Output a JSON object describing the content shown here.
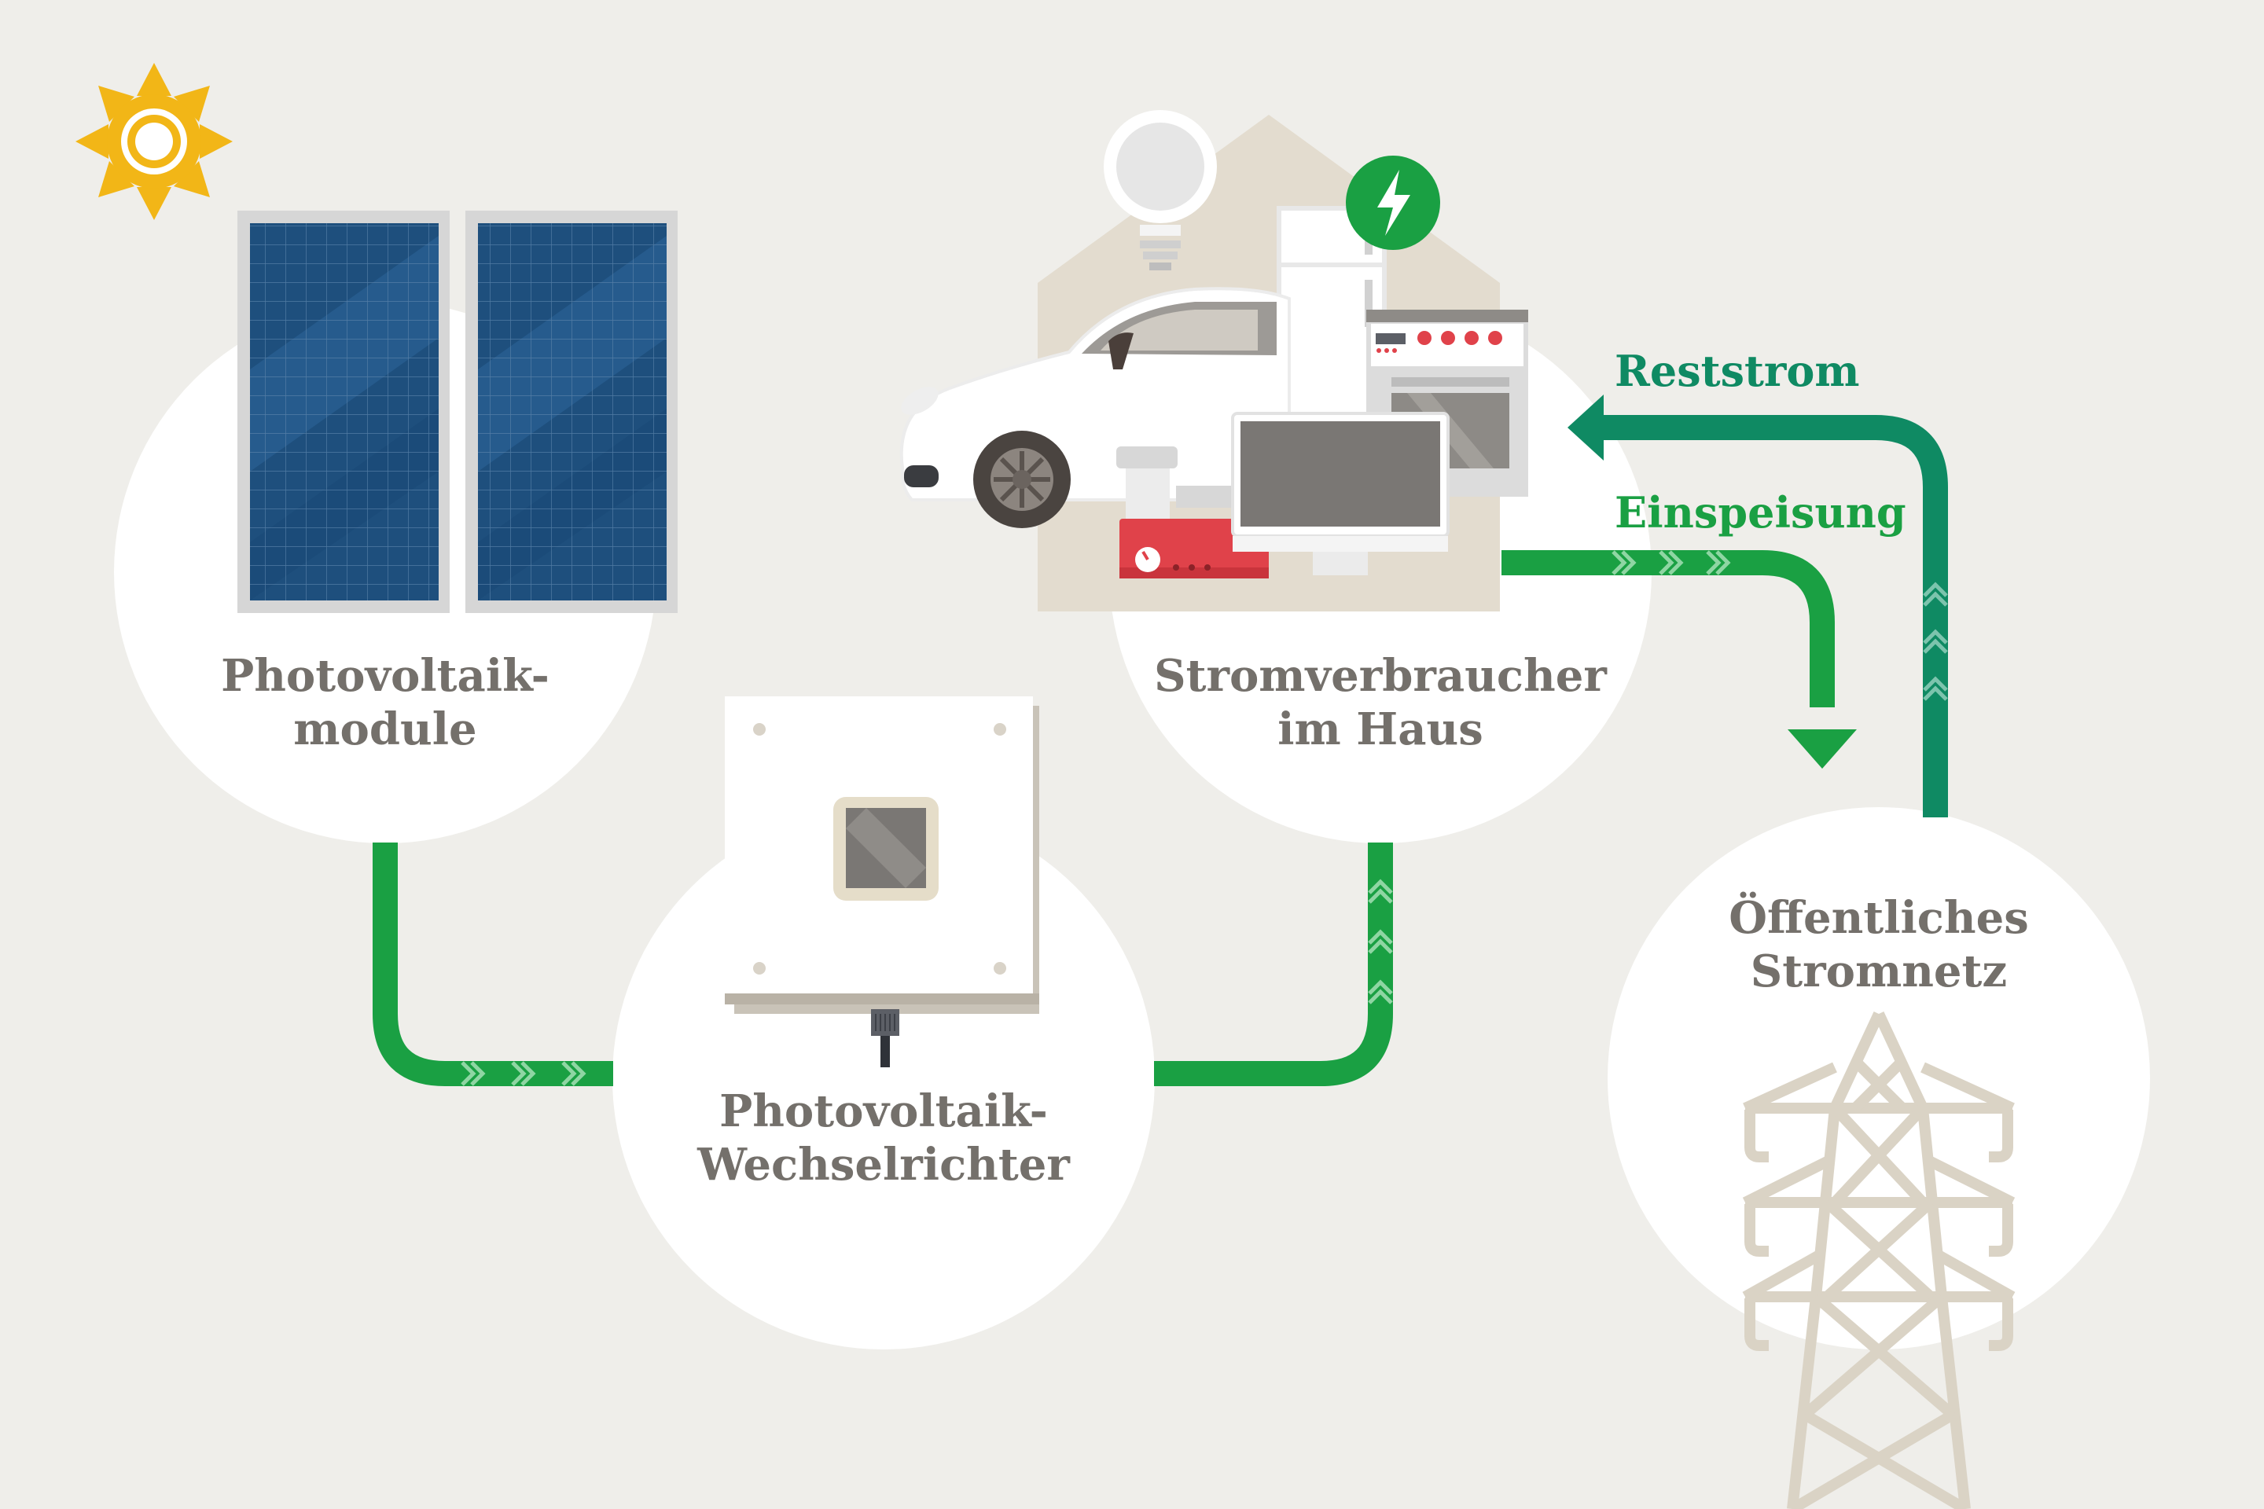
{
  "colors": {
    "background": "#efeeea",
    "circle": "#ffffff",
    "label_gray": "#74706b",
    "feed_green": "#1aa043",
    "grid_teal": "#0f8a63",
    "sun_yellow": "#f2b617",
    "panel_blue": "#1e4f7d",
    "accent_red": "#e0424a",
    "house_beige": "#e3dccf",
    "pylon_beige": "#dad3c5"
  },
  "nodes": {
    "pv_modules": {
      "line1": "Photovoltaik-",
      "line2": "module",
      "icon": "solar-panel-icon"
    },
    "inverter": {
      "line1": "Photovoltaik-",
      "line2": "Wechselrichter",
      "icon": "inverter-icon"
    },
    "consumers": {
      "line1": "Stromverbraucher",
      "line2": "im Haus",
      "icon": "house-appliances-icon"
    },
    "grid": {
      "line1": "Öffentliches",
      "line2": "Stromnetz",
      "icon": "power-pylon-icon"
    }
  },
  "flows": {
    "residual": {
      "label": "Reststrom",
      "color": "#0f8a63",
      "icon": "arrow-left-icon"
    },
    "feed_in": {
      "label": "Einspeisung",
      "color": "#1aa043",
      "icon": "arrow-down-icon"
    }
  },
  "decor": {
    "sun": "sun-icon",
    "bulb": "light-bulb-icon",
    "charger": "charging-bolt-icon"
  }
}
